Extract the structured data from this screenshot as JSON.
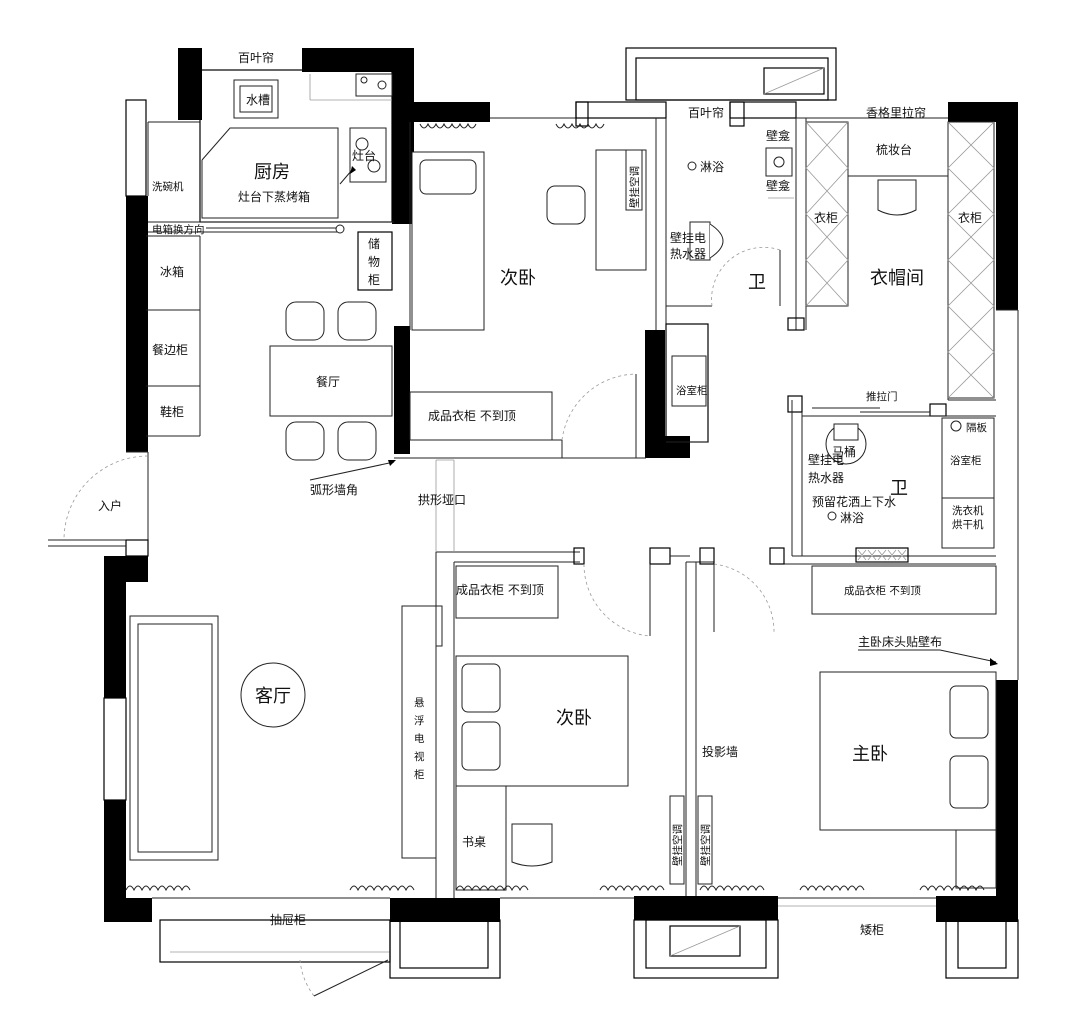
{
  "rooms": {
    "kitchen": "厨房",
    "second_bedroom_top": "次卧",
    "dining": "餐厅",
    "cloakroom": "衣帽间",
    "bath_top": "卫",
    "bath_right": "卫",
    "living": "客厅",
    "second_bedroom_bottom": "次卧",
    "master_bedroom": "主卧",
    "entrance": "入户"
  },
  "labels": {
    "blinds_kitchen": "百叶帘",
    "blinds_bath": "百叶帘",
    "shangrila_curtain": "香格里拉帘",
    "sink": "水槽",
    "stove": "灶台",
    "dishwasher": "洗碗机",
    "steam_oven": "灶台下蒸烤箱",
    "electric_box": "电箱换方向",
    "storage_cabinet": "储物柜",
    "fridge": "冰箱",
    "sideboard": "餐边柜",
    "shoe_cabinet": "鞋柜",
    "shower_top": "淋浴",
    "niche_1": "壁龛",
    "niche_2": "壁龛",
    "wall_heater_top": "壁挂电热水器",
    "vanity_top": "浴室柜",
    "wall_ac_top": "壁挂空调",
    "dressing_table": "梳妆台",
    "wardrobe_left": "衣柜",
    "wardrobe_right": "衣柜",
    "wardrobe_second_top": "成品衣柜 不到顶",
    "sliding_door": "推拉门",
    "partition": "隔板",
    "toilet": "马桶",
    "vanity_right": "浴室柜",
    "wall_heater_right": "壁挂电热水器",
    "shower_reserve": "预留花洒上下水",
    "shower_right": "淋浴",
    "washer_dryer": "洗衣机烘干机",
    "arc_corner": "弧形墙角",
    "arch_opening": "拱形垭口",
    "wardrobe_second_bottom": "成品衣柜 不到顶",
    "wardrobe_master": "成品衣柜 不到顶",
    "wallpaper": "主卧床头贴壁布",
    "floating_tv": "悬浮电视柜",
    "desk": "书桌",
    "projection_wall": "投影墙",
    "wall_ac_1": "壁挂空调",
    "wall_ac_2": "壁挂空调",
    "drawer_cabinet": "抽屉柜",
    "low_cabinet": "矮柜"
  }
}
